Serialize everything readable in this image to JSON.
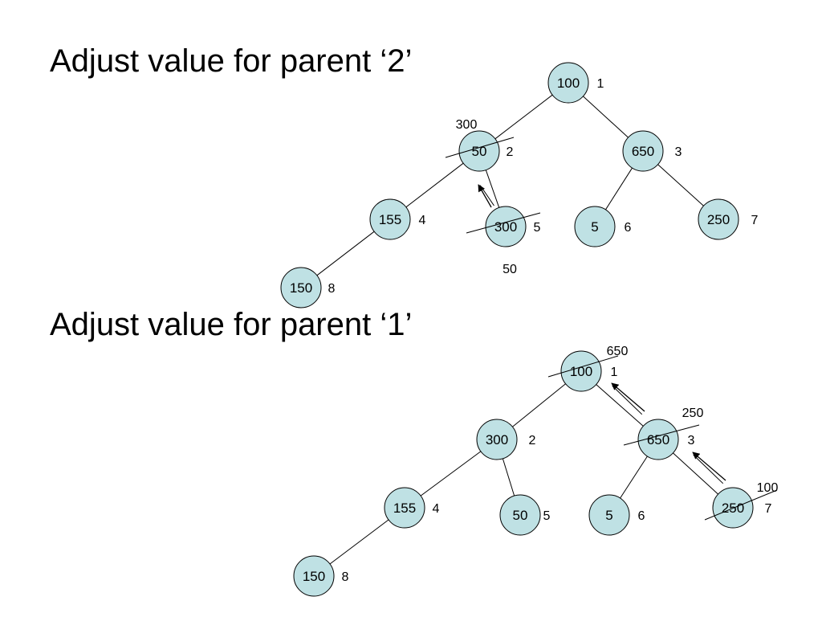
{
  "headings": [
    "Adjust value for parent ‘2’",
    "Adjust value for parent ‘1’"
  ],
  "colors": {
    "node_fill": "#bfe1e4",
    "stroke": "#000000"
  },
  "trees": [
    {
      "nodes": [
        {
          "id": "a1",
          "value": "100",
          "index": "1",
          "struck": false
        },
        {
          "id": "a2",
          "value": "50",
          "index": "2",
          "struck": true
        },
        {
          "id": "a3",
          "value": "650",
          "index": "3",
          "struck": false
        },
        {
          "id": "a4",
          "value": "155",
          "index": "4",
          "struck": false
        },
        {
          "id": "a5",
          "value": "300",
          "index": "5",
          "struck": true
        },
        {
          "id": "a6",
          "value": "5",
          "index": "6",
          "struck": false
        },
        {
          "id": "a7",
          "value": "250",
          "index": "7",
          "struck": false
        },
        {
          "id": "a8",
          "value": "150",
          "index": "8",
          "struck": false
        }
      ],
      "annotations": [
        {
          "id": "a-note-300",
          "text": "300"
        },
        {
          "id": "a-note-50",
          "text": "50"
        }
      ]
    },
    {
      "nodes": [
        {
          "id": "b1",
          "value": "100",
          "index": "1",
          "struck": true
        },
        {
          "id": "b2",
          "value": "300",
          "index": "2",
          "struck": false
        },
        {
          "id": "b3",
          "value": "650",
          "index": "3",
          "struck": true
        },
        {
          "id": "b4",
          "value": "155",
          "index": "4",
          "struck": false
        },
        {
          "id": "b5",
          "value": "50",
          "index": "5",
          "struck": false
        },
        {
          "id": "b6",
          "value": "5",
          "index": "6",
          "struck": false
        },
        {
          "id": "b7",
          "value": "250",
          "index": "7",
          "struck": true
        },
        {
          "id": "b8",
          "value": "150",
          "index": "8",
          "struck": false
        }
      ],
      "annotations": [
        {
          "id": "b-note-650",
          "text": "650"
        },
        {
          "id": "b-note-250",
          "text": "250"
        },
        {
          "id": "b-note-100",
          "text": "100"
        }
      ]
    }
  ]
}
